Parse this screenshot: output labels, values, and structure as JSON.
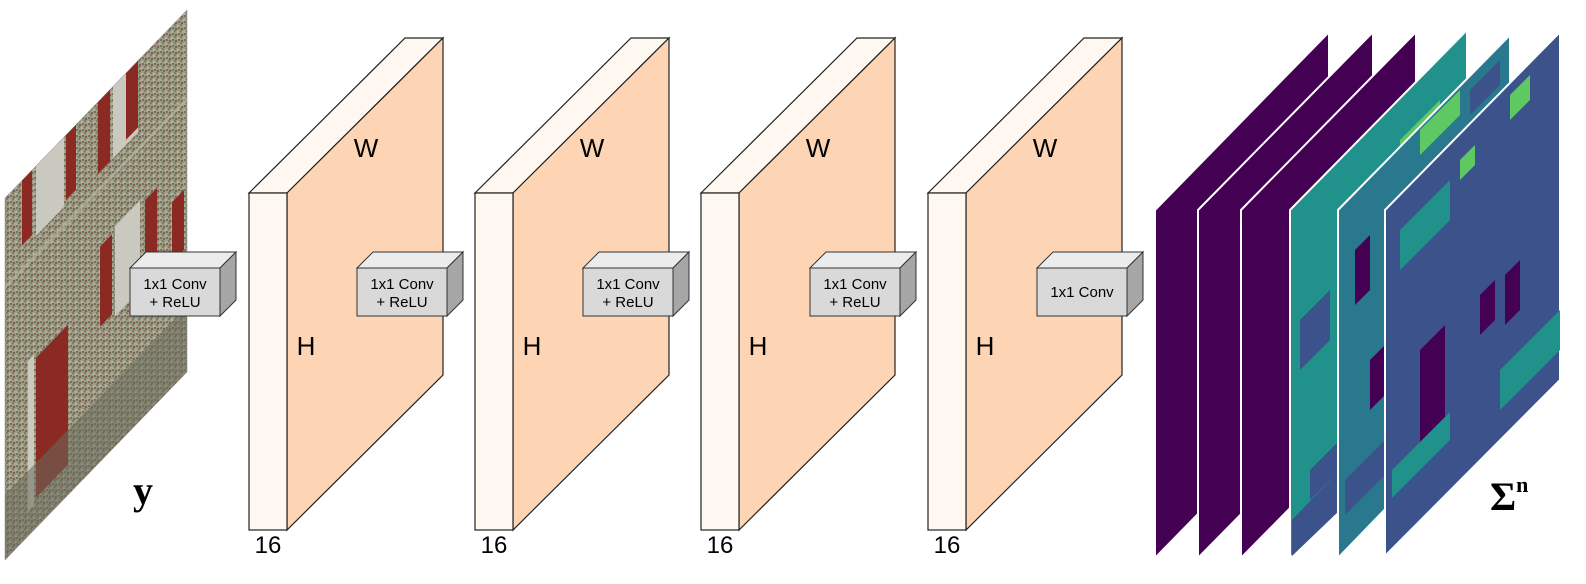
{
  "input": {
    "label": "y"
  },
  "blocks": [
    {
      "width_label": "W",
      "height_label": "H",
      "depth_label": "16",
      "op_line1": "1x1 Conv",
      "op_line2": "+ ReLU"
    },
    {
      "width_label": "W",
      "height_label": "H",
      "depth_label": "16",
      "op_line1": "1x1 Conv",
      "op_line2": "+ ReLU"
    },
    {
      "width_label": "W",
      "height_label": "H",
      "depth_label": "16",
      "op_line1": "1x1 Conv",
      "op_line2": "+ ReLU"
    },
    {
      "width_label": "W",
      "height_label": "H",
      "depth_label": "16",
      "op_line1": "1x1 Conv",
      "op_line2": "+ ReLU"
    }
  ],
  "final_op": {
    "line1": "1x1 Conv"
  },
  "output": {
    "symbol": "Σ",
    "superscript": "n"
  },
  "colors": {
    "block_face": "#fdd5b4",
    "block_side": "#fff8f0",
    "op_box": "#d9d9d9",
    "viridis_dark": "#440154",
    "viridis_teal": "#21918c",
    "viridis_blue": "#3b528b",
    "viridis_green": "#5ec962",
    "brick": "#8a2a22",
    "stone": "#9a9a82"
  }
}
